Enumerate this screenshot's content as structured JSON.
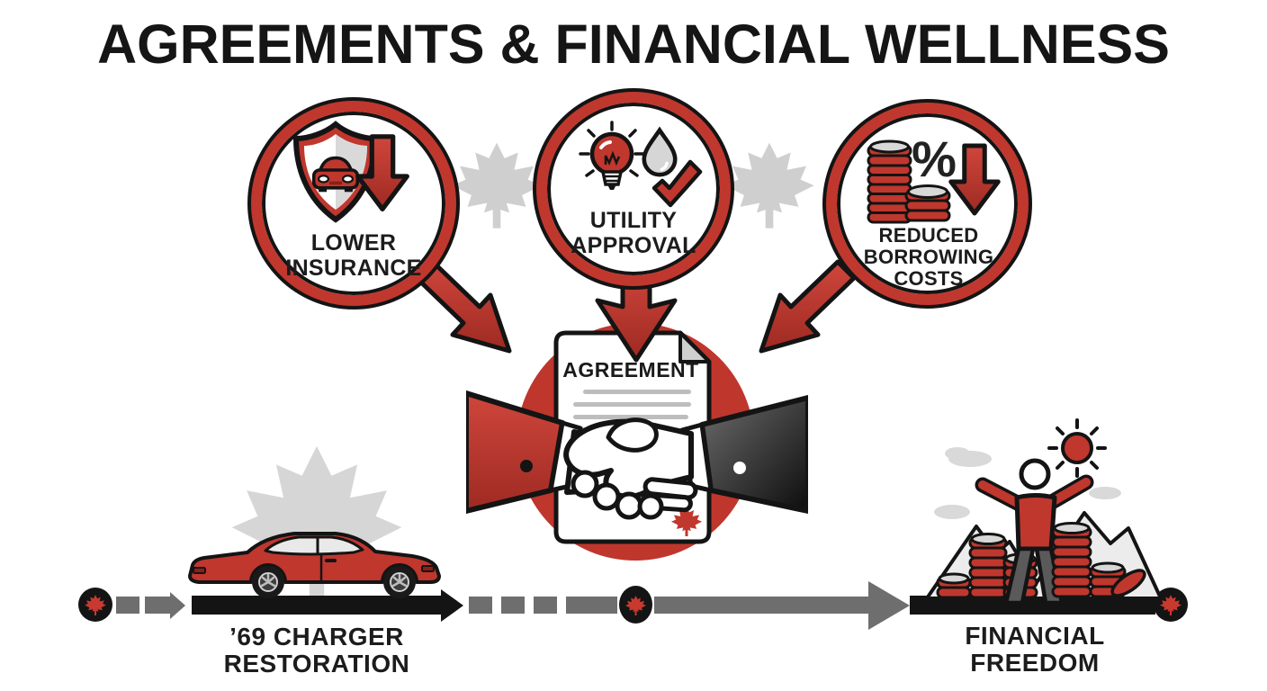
{
  "title": "AGREEMENTS & FINANCIAL WELLNESS",
  "benefits": [
    {
      "line1": "LOWER",
      "line2": "INSURANCE"
    },
    {
      "line1": "UTILITY",
      "line2": "APPROVAL"
    },
    {
      "line1": "REDUCED",
      "line2": "BORROWING",
      "line3": "COSTS"
    }
  ],
  "center": {
    "document_title": "AGREEMENT"
  },
  "icons": {
    "percent": "%"
  },
  "timeline": {
    "start_line1": "’69 CHARGER",
    "start_line2": "RESTORATION",
    "end_line1": "FINANCIAL",
    "end_line2": "FREEDOM"
  },
  "colors": {
    "accent_red": "#c0372e",
    "dark_red": "#9e2a22",
    "ink_black": "#141414",
    "timeline_gray": "#6e6e6e",
    "watermark_gray": "#d2d2d2"
  }
}
